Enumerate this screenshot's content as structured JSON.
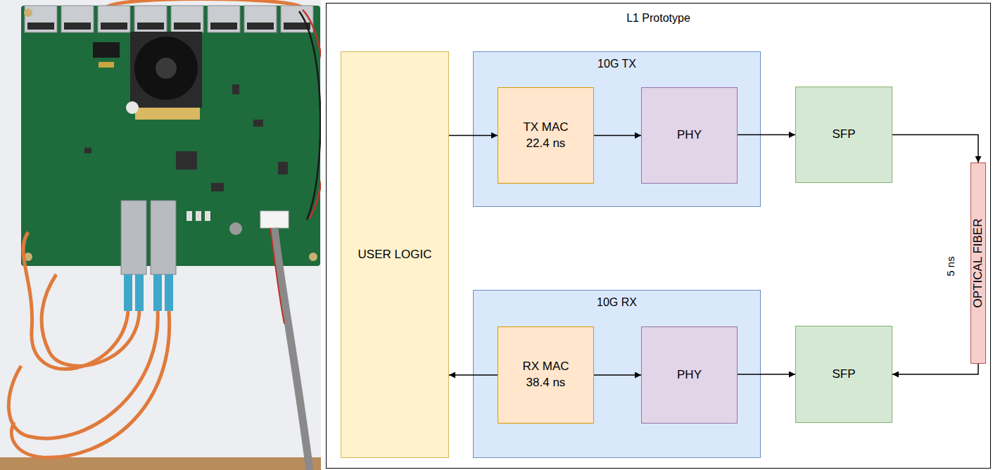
{
  "diagram": {
    "nodes": [
      {
        "text": [
          "L1 Prototype"
        ]
      },
      {
        "text": [
          "USER LOGIC"
        ],
        "in": 0
      },
      {
        "text": [
          "10G TX"
        ],
        "in": 0
      },
      {
        "text": [
          "TX MAC 22.4 ns"
        ],
        "in": 2
      },
      {
        "text": [
          "PHY"
        ],
        "in": 2
      },
      {
        "text": [
          "SFP"
        ],
        "in": 0
      },
      {
        "text": [
          "OPTICAL FIBER"
        ],
        "in": 0
      },
      {
        "text": [
          "10G RX"
        ],
        "in": 0
      },
      {
        "text": [
          "RX MAC 38.4 ns"
        ],
        "in": 7
      },
      {
        "text": [
          "PHY"
        ],
        "in": 7
      },
      {
        "text": [
          "SFP"
        ],
        "in": 0
      }
    ],
    "edges": [
      {
        "from": 1,
        "to": 3,
        "arrow": "to"
      },
      {
        "from": 3,
        "to": 4,
        "arrow": "to"
      },
      {
        "from": 4,
        "to": 5,
        "arrow": "to"
      },
      {
        "from": 5,
        "to": 6,
        "arrow": "to"
      },
      {
        "from": 6,
        "to": 10,
        "arrow": "to"
      },
      {
        "from": 8,
        "to": 9,
        "arrow": "to"
      },
      {
        "from": 9,
        "to": 10,
        "arrow": "to"
      },
      {
        "from": 8,
        "to": 1,
        "arrow": "to"
      }
    ],
    "labels": [
      "5 ns"
    ]
  }
}
